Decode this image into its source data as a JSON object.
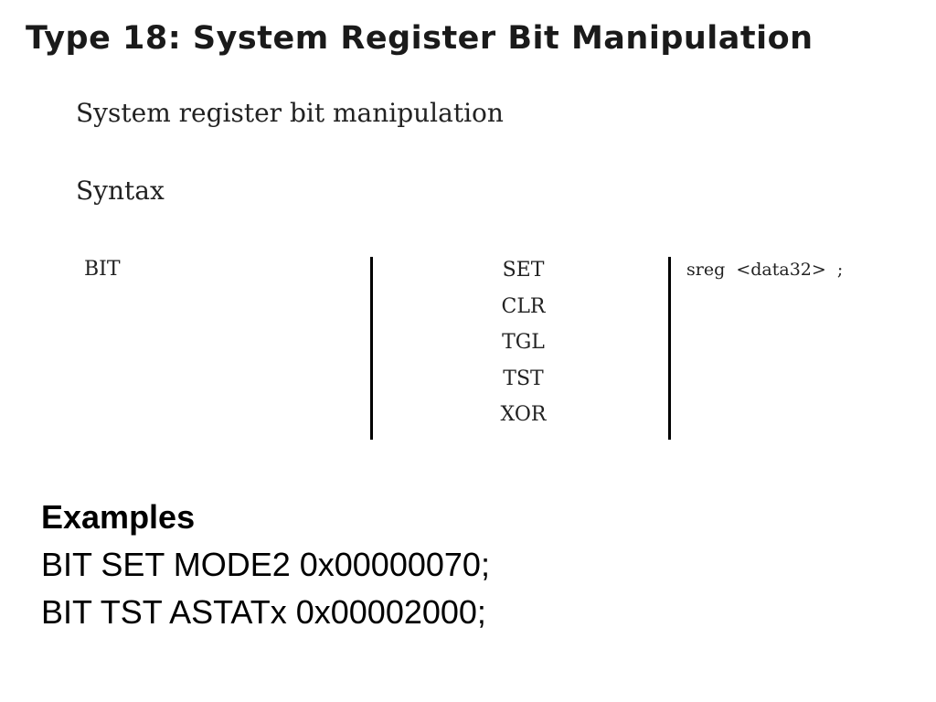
{
  "slide": {
    "title": "Type 18: System Register Bit Manipulation",
    "subtitle": "System register bit manipulation",
    "syntax_heading": "Syntax"
  },
  "syntax": {
    "instruction": "BIT",
    "operations": [
      "SET",
      "CLR",
      "TGL",
      "TST",
      "XOR"
    ],
    "operand": "sreg  <data32>  ;"
  },
  "examples": {
    "heading": "Examples",
    "lines": [
      "BIT SET MODE2 0x00000070;",
      "BIT TST ASTATx 0x00002000;"
    ]
  }
}
